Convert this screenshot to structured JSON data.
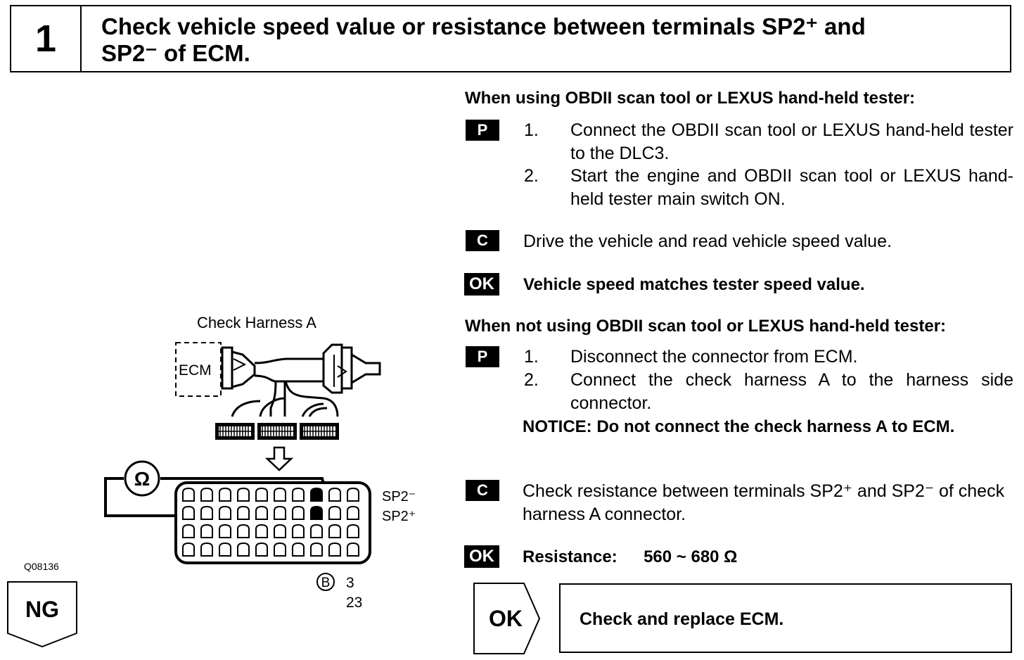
{
  "header": {
    "step_number": "1",
    "title_line1": "Check vehicle speed value or resistance between terminals SP2⁺ and",
    "title_line2": "SP2⁻ of ECM."
  },
  "section_scan_tool": {
    "heading": "When using OBDII scan tool or LEXUS hand-held tester:",
    "badge_p": "P",
    "step1_num": "1.",
    "step1_text": "Connect the OBDII scan tool or LEXUS hand-held tester to the DLC3.",
    "step2_num": "2.",
    "step2_text": "Start the engine and OBDII scan tool or LEXUS hand-held tester main switch ON.",
    "badge_c": "C",
    "check_text": "Drive the vehicle and read vehicle speed value.",
    "badge_ok": "OK",
    "ok_text": "Vehicle speed matches tester speed value."
  },
  "section_no_scan_tool": {
    "heading": "When not using OBDII scan tool or LEXUS hand-held tester:",
    "badge_p": "P",
    "step1_num": "1.",
    "step1_text": "Disconnect the connector from ECM.",
    "step2_num": "2.",
    "step2_text": "Connect the check harness A to the harness side connector.",
    "notice": "NOTICE:  Do not connect the check harness A to ECM.",
    "badge_c": "C",
    "check_text": "Check resistance between terminals SP2⁺ and SP2⁻ of check harness A connector.",
    "badge_ok": "OK",
    "ok_label": "Resistance:",
    "ok_value": "560 ~ 680 Ω"
  },
  "diagram": {
    "title": "Check Harness A",
    "ecm_label": "ECM",
    "ohm_symbol": "Ω",
    "sp2_minus": "SP2⁻",
    "sp2_plus": "SP2⁺",
    "connector_letter": "B",
    "pin_a": "3",
    "pin_b": "23",
    "figure_code": "Q08136"
  },
  "result": {
    "ng_label": "NG",
    "ok_label": "OK",
    "ok_action": "Check and replace ECM."
  }
}
